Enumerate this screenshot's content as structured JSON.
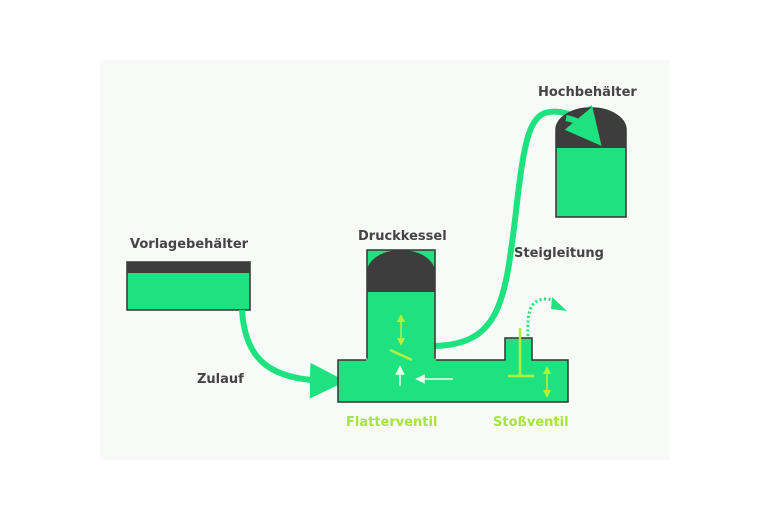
{
  "labels": {
    "source_tank": "Vorlagebehälter",
    "inlet": "Zulauf",
    "pressure_vessel": "Druckkessel",
    "riser": "Steigleitung",
    "upper_tank": "Hochbehälter",
    "flutter_valve": "Flatterventil",
    "impulse_valve": "Stoßventil"
  },
  "colors": {
    "water": "#1ee27f",
    "air": "#3d3d3d",
    "valve": "#b4f03a",
    "flow_arrow": "#e8fff0",
    "label": "#444444",
    "valve_label": "#a6e43a"
  }
}
